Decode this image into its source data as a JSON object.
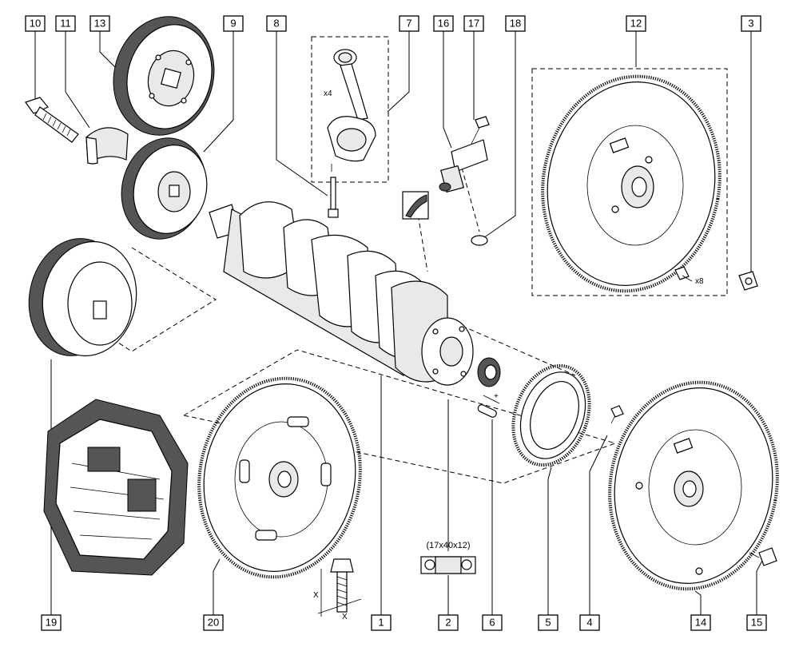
{
  "callouts": [
    {
      "id": "c10",
      "text": "10"
    },
    {
      "id": "c11",
      "text": "11"
    },
    {
      "id": "c13",
      "text": "13"
    },
    {
      "id": "c9",
      "text": "9"
    },
    {
      "id": "c8",
      "text": "8"
    },
    {
      "id": "c7",
      "text": "7"
    },
    {
      "id": "c16",
      "text": "16"
    },
    {
      "id": "c17",
      "text": "17"
    },
    {
      "id": "c18",
      "text": "18"
    },
    {
      "id": "c12",
      "text": "12"
    },
    {
      "id": "c3",
      "text": "3"
    },
    {
      "id": "c19",
      "text": "19"
    },
    {
      "id": "c20",
      "text": "20"
    },
    {
      "id": "c1",
      "text": "1"
    },
    {
      "id": "c2",
      "text": "2"
    },
    {
      "id": "c6",
      "text": "6"
    },
    {
      "id": "c5",
      "text": "5"
    },
    {
      "id": "c4",
      "text": "4"
    },
    {
      "id": "c14",
      "text": "14"
    },
    {
      "id": "c15",
      "text": "15"
    }
  ],
  "annotations": {
    "rod_qty": "x4",
    "bolt_qty": "x8",
    "bearing_size": "(17x40x12)",
    "dim_x1": "X",
    "dim_x2": "X"
  }
}
